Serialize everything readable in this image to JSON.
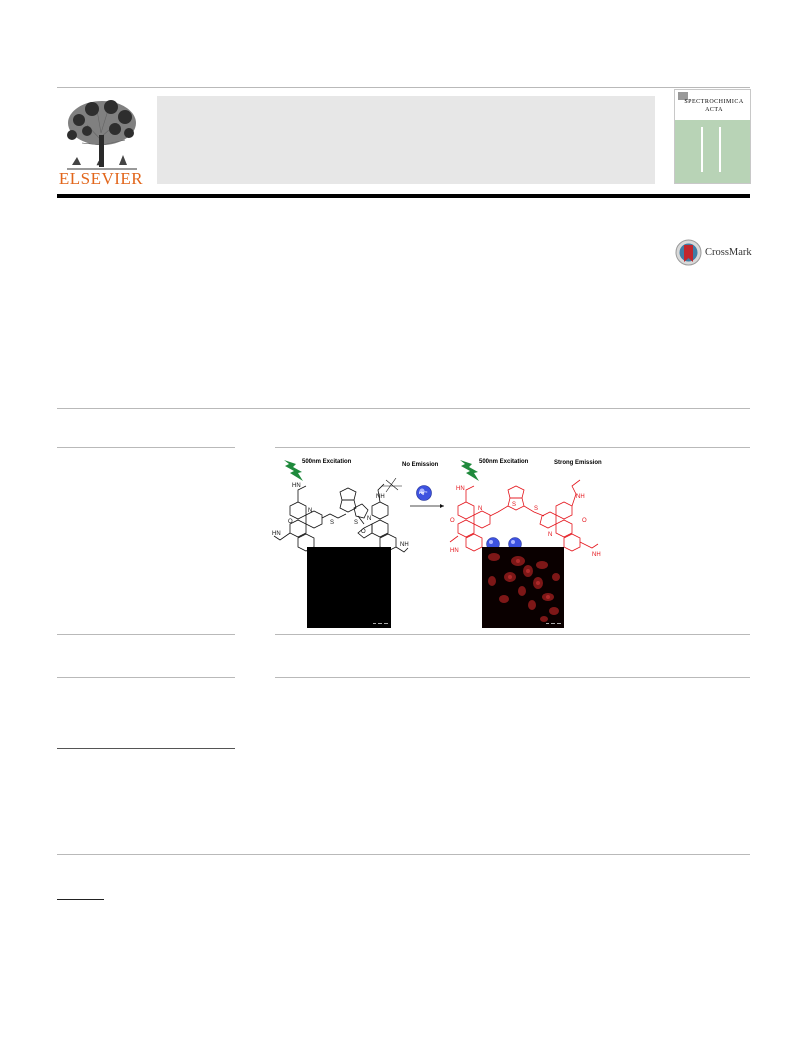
{
  "header": {
    "publisher": "ELSEVIER",
    "journal_cover_title": "SPECTROCHIMICA ACTA",
    "crossmark_label": "CrossMark"
  },
  "graphical_abstract": {
    "excitation_left": "500nm Excitation",
    "no_emission": "No Emission",
    "excitation_right": "500nm Excitation",
    "strong_emission": "Strong Emission",
    "ion_label": "Hg²⁺",
    "label_hn": "HN",
    "label_nh": "NH",
    "label_s": "S",
    "label_n": "N",
    "label_o": "O",
    "colors": {
      "probe_on": "#e4141b",
      "bolt": "#1f8a3c",
      "ion": "#3d52e0"
    }
  }
}
